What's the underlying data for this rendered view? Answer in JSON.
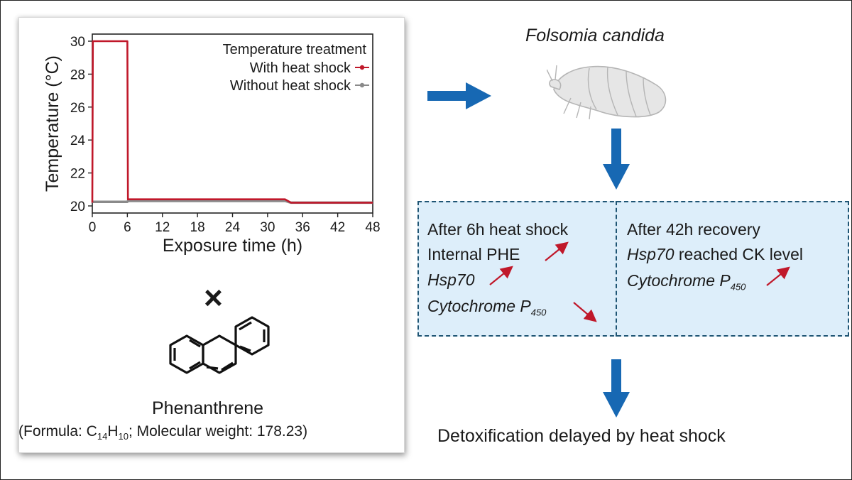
{
  "species_name": "Folsomia candida",
  "chart_data": {
    "type": "line",
    "title": "",
    "xlabel": "Exposure time (h)",
    "ylabel": "Temperature (°C)",
    "xlim": [
      0,
      48
    ],
    "ylim": [
      20,
      30
    ],
    "xticks": [
      "0",
      "6",
      "12",
      "18",
      "24",
      "30",
      "36",
      "42",
      "48"
    ],
    "yticks": [
      "20",
      "22",
      "24",
      "26",
      "28",
      "30"
    ],
    "legend_title": "Temperature treatment",
    "legend_position": "top-right",
    "series": [
      {
        "name": "With heat shock",
        "color": "#c0182a",
        "x": [
          0,
          0.1,
          6,
          6.1,
          18,
          33,
          34,
          48
        ],
        "y": [
          20.2,
          30.0,
          30.0,
          20.4,
          20.4,
          20.4,
          20.2,
          20.2
        ]
      },
      {
        "name": "Without heat shock",
        "color": "#8a8a8a",
        "x": [
          0,
          6,
          6.1,
          18,
          33,
          34,
          48
        ],
        "y": [
          20.25,
          20.25,
          20.3,
          20.3,
          20.3,
          20.2,
          20.2
        ]
      }
    ]
  },
  "cross_symbol": "×",
  "compound": {
    "name": "Phenanthrene",
    "formula_prefix": "(Formula: C",
    "sub_c": "14",
    "h": "H",
    "sub_h": "10",
    "formula_suffix": "; Molecular weight: 178.23)"
  },
  "after_heat_shock": {
    "heading": "After 6h heat shock",
    "line1": "Internal PHE",
    "line2": "Hsp70",
    "line3": "Cytochrome P",
    "line3_sub": "450"
  },
  "after_recovery": {
    "heading": "After 42h recovery",
    "line1_italic": "Hsp70",
    "line1_rest": " reached CK level",
    "line2": "Cytochrome P",
    "line2_sub": "450"
  },
  "conclusion": "Detoxification delayed by heat shock",
  "colors": {
    "arrow_blue": "#1768b3",
    "red_arrow": "#c0182a",
    "box_fill": "#ddeefa",
    "box_border": "#1f5574"
  }
}
